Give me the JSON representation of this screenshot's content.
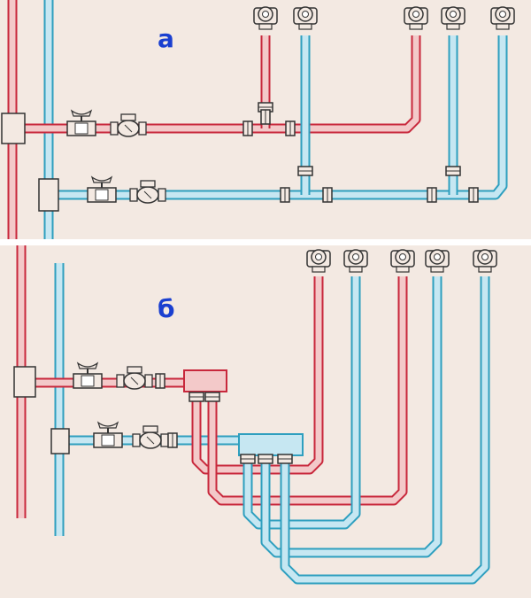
{
  "diagram": {
    "panels": [
      {
        "id": "a",
        "label": "а"
      },
      {
        "id": "b",
        "label": "б"
      }
    ]
  },
  "colors": {
    "background": "#f3e9e2",
    "hot_fill": "#f3c9c9",
    "hot_stroke": "#c8283c",
    "cold_fill": "#c6e7f2",
    "cold_stroke": "#2e9fbf",
    "fitting_fill": "#f3e9e2",
    "fitting_stroke": "#333333",
    "label": "#1a3fd0",
    "divider": "#ffffff"
  }
}
